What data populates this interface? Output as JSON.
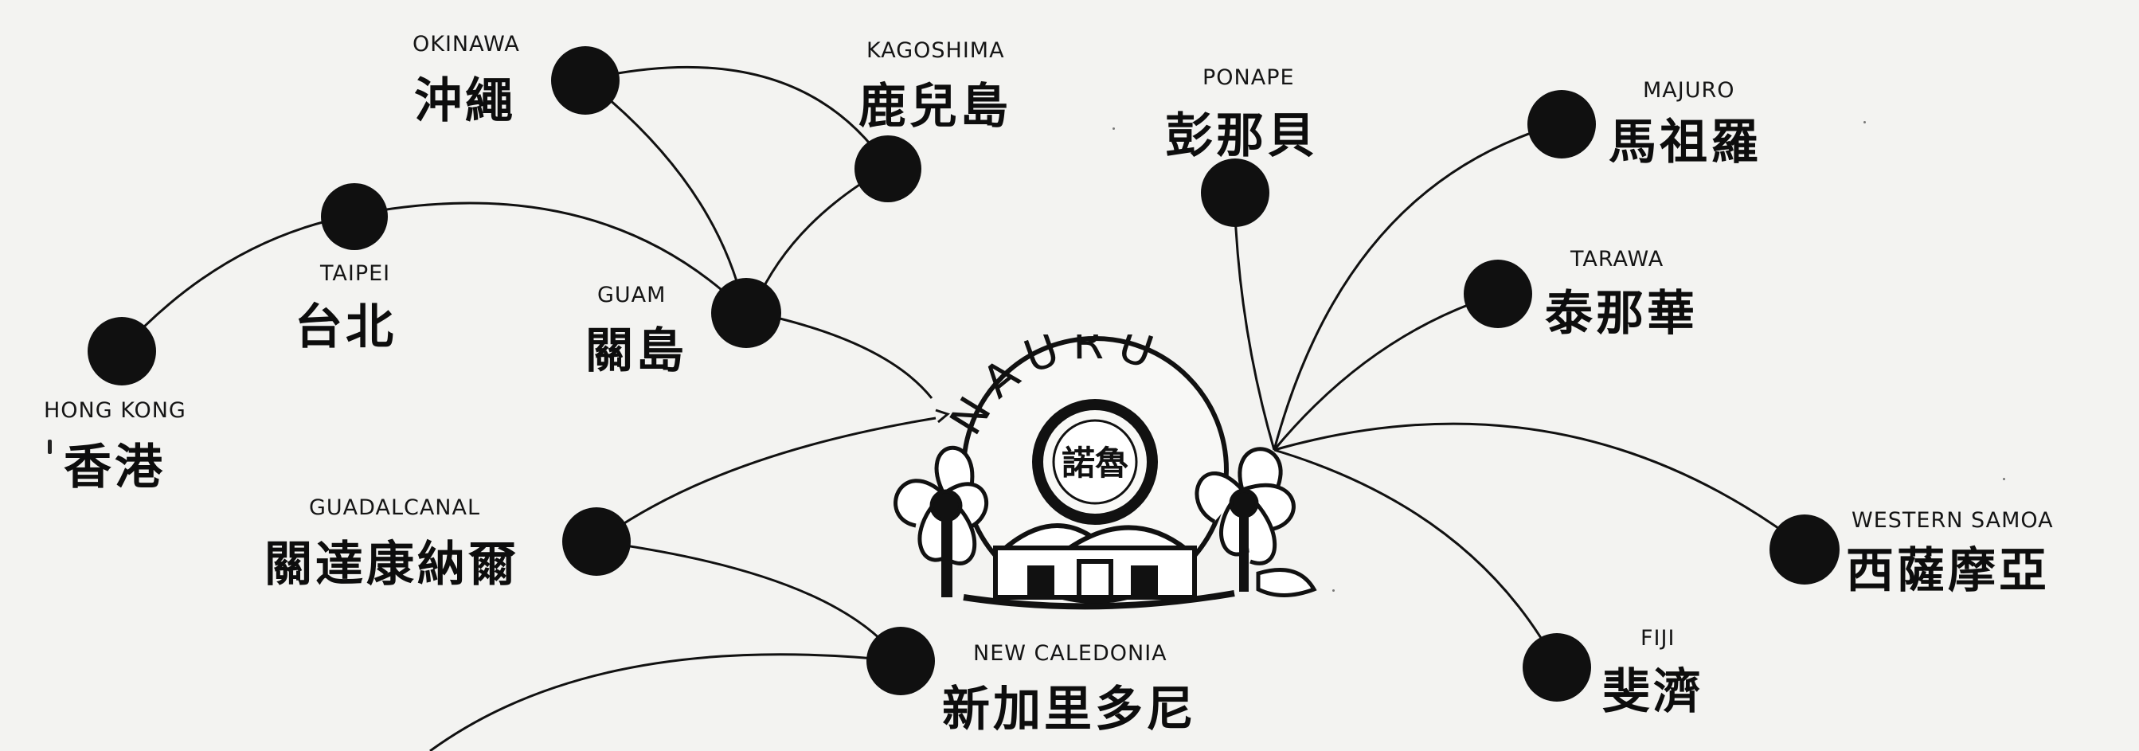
{
  "hub": {
    "name_en": "NAURU",
    "name_zh": "諾魯"
  },
  "destinations": [
    {
      "id": "okinawa",
      "en": "OKINAWA",
      "zh": "沖繩"
    },
    {
      "id": "kagoshima",
      "en": "KAGOSHIMA",
      "zh": "鹿兒島"
    },
    {
      "id": "taipei",
      "en": "TAIPEI",
      "zh": "台北"
    },
    {
      "id": "guam",
      "en": "GUAM",
      "zh": "關島"
    },
    {
      "id": "hong-kong",
      "en": "HONG KONG",
      "zh": "香港"
    },
    {
      "id": "guadalcanal",
      "en": "GUADALCANAL",
      "zh": "關達康納爾"
    },
    {
      "id": "new-caledonia",
      "en": "NEW CALEDONIA",
      "zh": "新加里多尼"
    },
    {
      "id": "ponape",
      "en": "PONAPE",
      "zh": "彭那貝"
    },
    {
      "id": "majuro",
      "en": "MAJURO",
      "zh": "馬祖羅"
    },
    {
      "id": "tarawa",
      "en": "TARAWA",
      "zh": "泰那華"
    },
    {
      "id": "western-samoa",
      "en": "WESTERN SAMOA",
      "zh": "西薩摩亞"
    },
    {
      "id": "fiji",
      "en": "FIJI",
      "zh": "斐濟"
    }
  ],
  "colors": {
    "ink": "#101010",
    "paper": "#f3f3f1"
  }
}
